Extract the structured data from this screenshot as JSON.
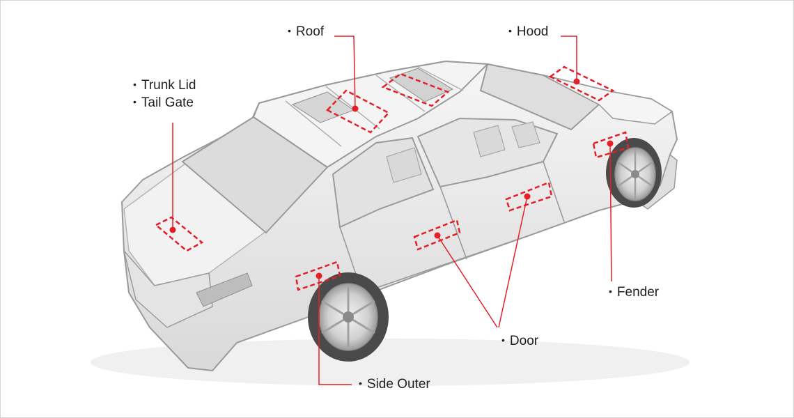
{
  "colors": {
    "accent": "#e3202a",
    "outline": "#9a9a9a",
    "body_fill": "#ececec",
    "glass_fill": "#cfcfcf",
    "tire_fill": "#4a4a4a"
  },
  "bullet_glyph": "•",
  "labels": {
    "roof": "Roof",
    "hood": "Hood",
    "trunk_lid": "Trunk Lid",
    "tail_gate": "Tail Gate",
    "fender": "Fender",
    "door": "Door",
    "side_outer": "Side Outer"
  }
}
